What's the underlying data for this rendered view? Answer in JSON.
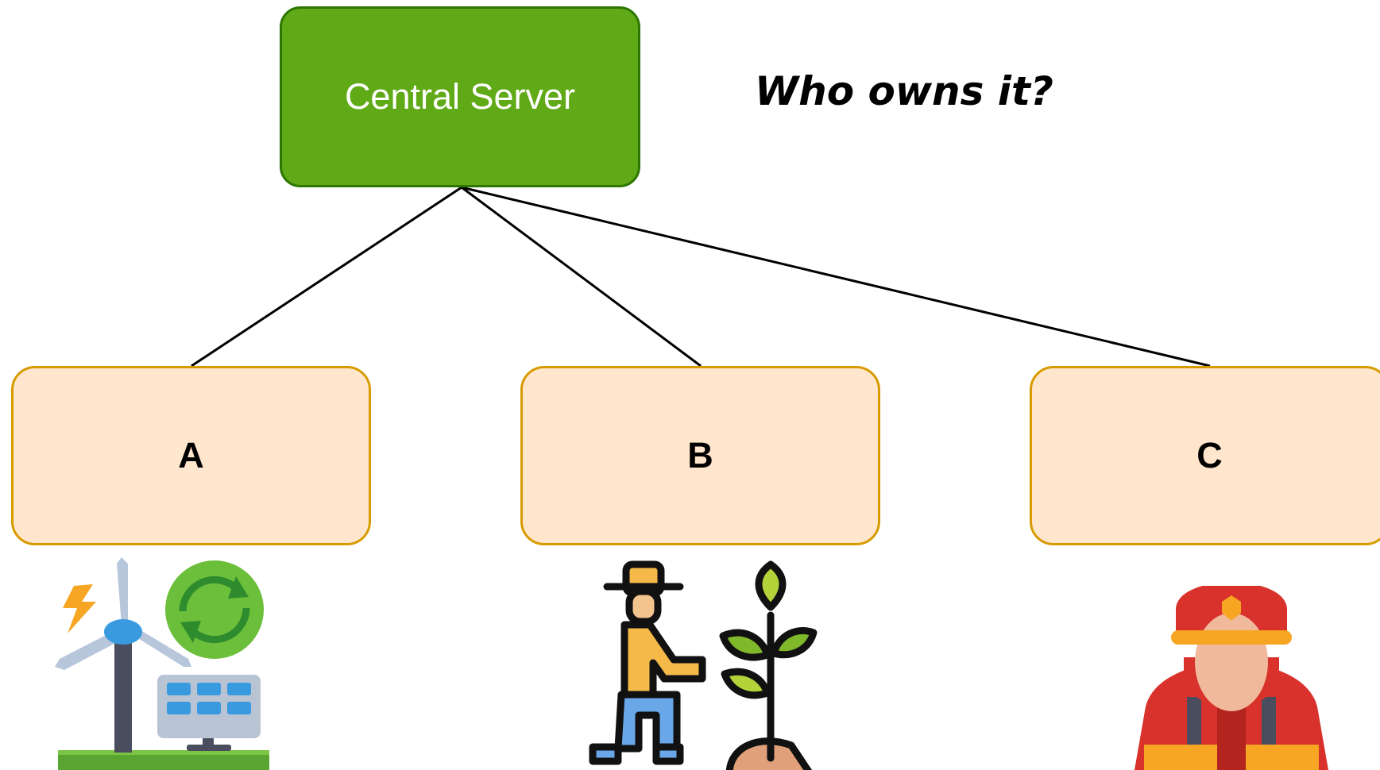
{
  "server": {
    "label": "Central Server"
  },
  "question": "Who owns it?",
  "nodes": [
    {
      "label": "A",
      "icon": "renewable-energy-icon"
    },
    {
      "label": "B",
      "icon": "farmer-planting-icon"
    },
    {
      "label": "C",
      "icon": "firefighter-icon"
    }
  ],
  "colors": {
    "server_fill": "#60a917",
    "server_stroke": "#2d7600",
    "node_fill": "#ffe6cc",
    "node_stroke": "#d79b00"
  }
}
